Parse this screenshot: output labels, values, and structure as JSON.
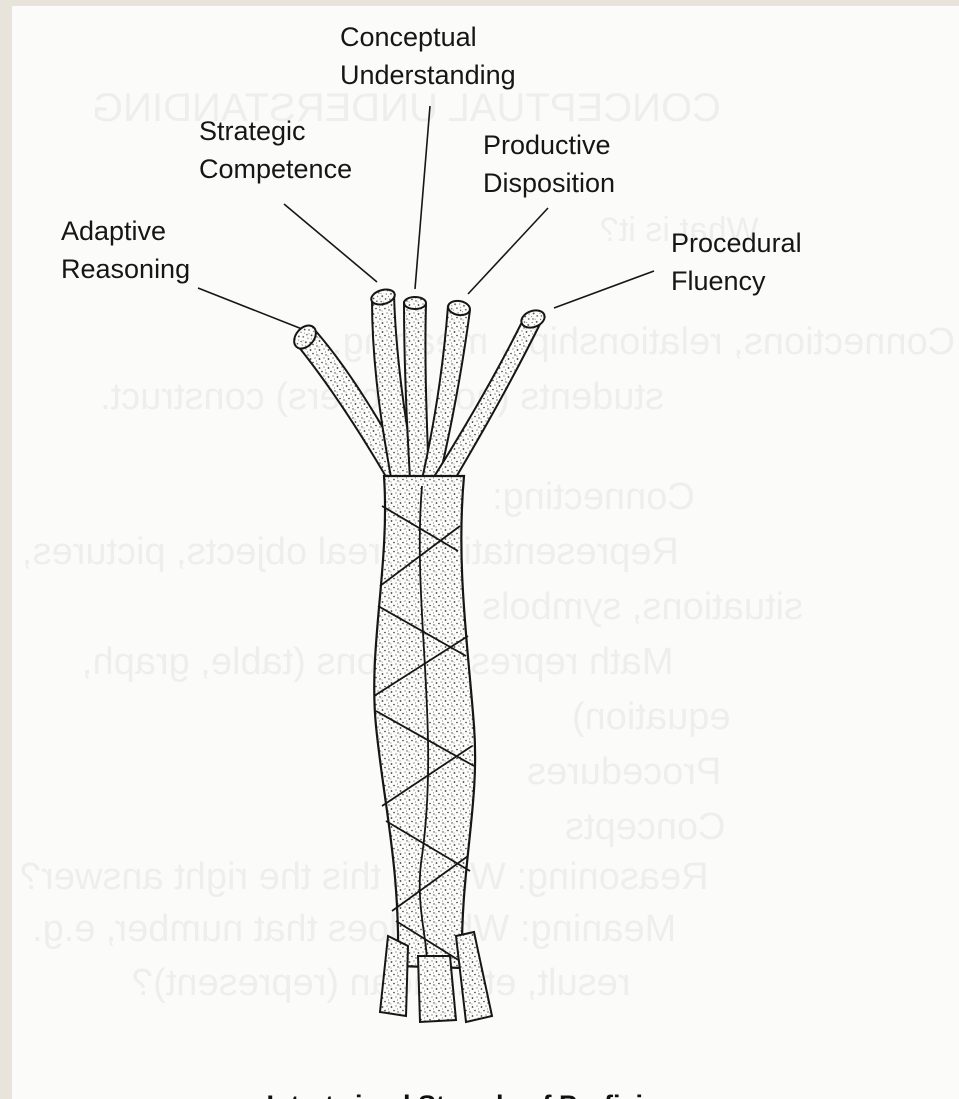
{
  "figure": {
    "caption": "Intertwined Strands of Proficiency",
    "strands": [
      {
        "line1": "Conceptual",
        "line2": "Understanding"
      },
      {
        "line1": "Strategic",
        "line2": "Competence"
      },
      {
        "line1": "Productive",
        "line2": "Disposition"
      },
      {
        "line1": "Adaptive",
        "line2": "Reasoning"
      },
      {
        "line1": "Procedural",
        "line2": "Fluency"
      }
    ]
  },
  "show_through": {
    "heading": "CONCEPTUAL UNDERSTANDING",
    "subheading": "What is it?",
    "intro_line1": "Connections, relationships, meaning,",
    "intro_line2": "students (not teachers) construct.",
    "connecting": "Connecting:",
    "rep_line1": "Representations: real objects, pictures,",
    "rep_line2": "situations, symbols",
    "math_line1": "Math representations (table, graph,",
    "math_line2": "equation)",
    "procedures": "Procedures",
    "concepts": "Concepts",
    "reasoning": "Reasoning: Why is this the right answer?",
    "meaning_line1": "Meaning: What does that number, e.g.",
    "meaning_line2": "result, etc. mean (represent)?"
  },
  "colors": {
    "ink": "#161616",
    "paper": "#fbfbf9",
    "frame": "#e8e4dc"
  }
}
